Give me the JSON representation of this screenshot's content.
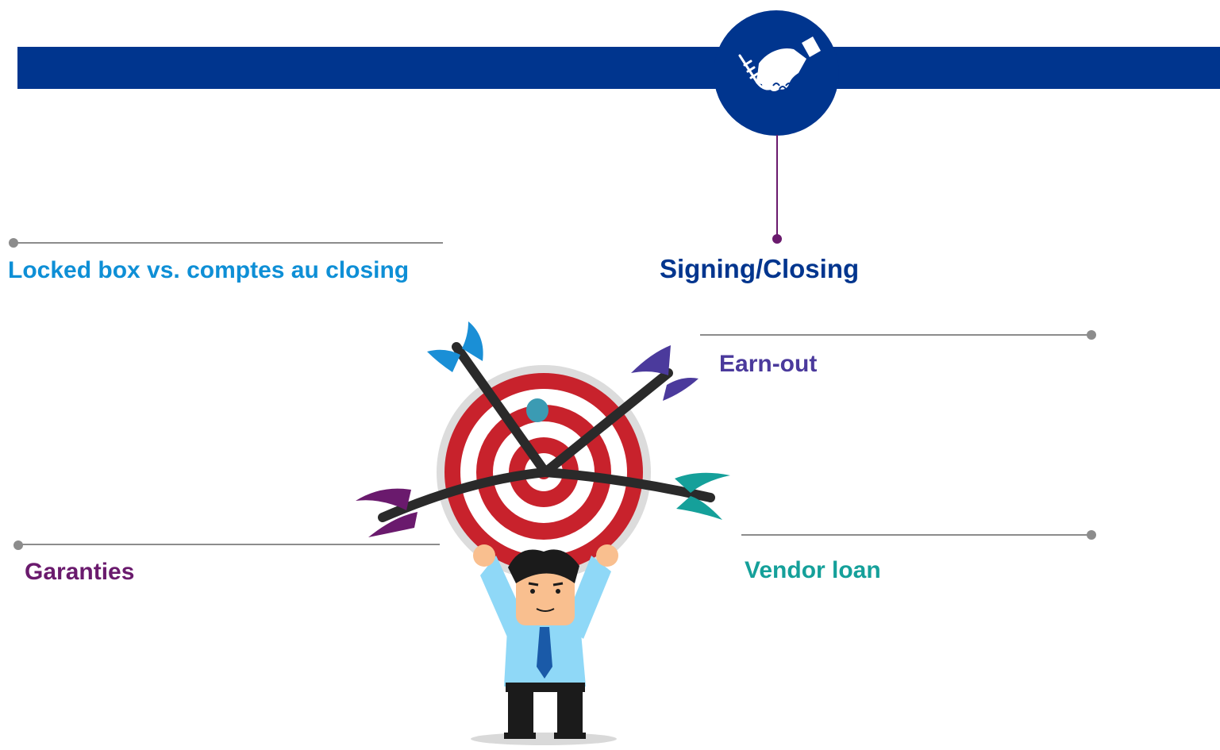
{
  "header": {
    "icon": "handshake-icon",
    "banner_color": "#00358e"
  },
  "center_topic": {
    "label": "Signing/Closing",
    "color": "#00358e"
  },
  "callouts": [
    {
      "label": "Locked box vs. comptes au closing",
      "color": "#0e8fd6",
      "side": "left"
    },
    {
      "label": "Earn-out",
      "color": "#4b3a9c",
      "side": "right"
    },
    {
      "label": "Garanties",
      "color": "#6a1a6d",
      "side": "left"
    },
    {
      "label": "Vendor loan",
      "color": "#15a09a",
      "side": "right"
    }
  ],
  "illustration": {
    "icon": "businessman-holding-target-icon",
    "arrow_colors": [
      "#1a8fd6",
      "#4b3a9c",
      "#6a1a6d",
      "#15a09a"
    ],
    "target_colors": [
      "#c8222c",
      "#ffffff"
    ]
  }
}
